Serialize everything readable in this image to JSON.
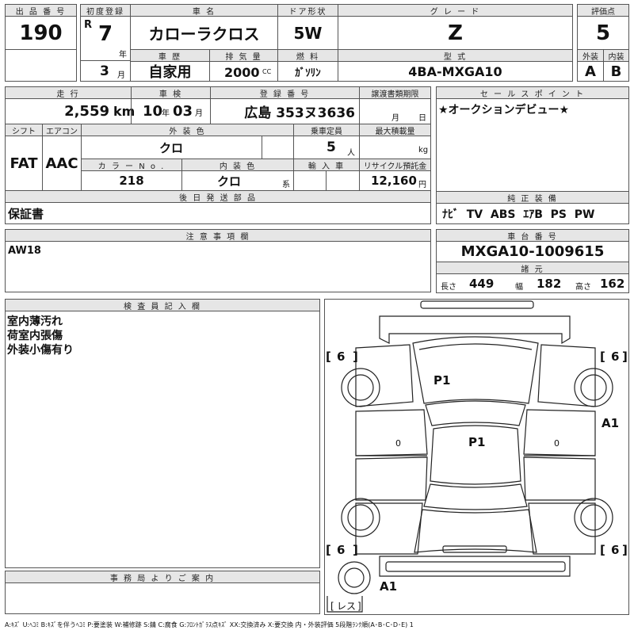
{
  "header": {
    "lot_no_label": "出 品 番 号",
    "lot_no": "190",
    "first_reg_label": "初度登録",
    "era": "R",
    "reg_year": "7",
    "year_unit": "年",
    "reg_month": "3",
    "month_unit": "月",
    "car_name_label": "車 名",
    "car_name": "カローラクロス",
    "history_label": "車 歴",
    "history": "自家用",
    "displacement_label": "排 気 量",
    "displacement": "2000",
    "displacement_unit": "CC",
    "door_label": "ドア形状",
    "door": "5W",
    "fuel_label": "燃 料",
    "fuel": "ｶﾞｿﾘﾝ",
    "grade_label": "グ レ ー ド",
    "grade": "Z",
    "model_label": "型 式",
    "model": "4BA-MXGA10",
    "score_label": "評価点",
    "score": "5",
    "ext_label": "外装",
    "ext": "A",
    "int_label": "内装",
    "int": "B"
  },
  "row2": {
    "mileage_label": "走 行",
    "mileage": "2,559",
    "mileage_unit": "km",
    "inspection_label": "車 検",
    "insp_year": "10",
    "insp_year_unit": "年",
    "insp_month": "03",
    "insp_month_unit": "月",
    "plate_label": "登 録 番 号",
    "plate": "広島 353ヌ3636",
    "deadline_label": "譲渡書類期限",
    "deadline_month_unit": "月",
    "deadline_day_unit": "日",
    "shift_label": "シフト",
    "shift": "FAT",
    "ac_label": "エアコン",
    "ac": "AAC",
    "ext_color_label": "外 装 色",
    "ext_color": "クロ",
    "capacity_label": "乗車定員",
    "capacity": "5",
    "capacity_unit": "人",
    "load_label": "最大積載量",
    "load_unit": "kg",
    "color_no_label": "カ ラ ー N o .",
    "color_no": "218",
    "int_color_label": "内 装 色",
    "int_color": "クロ",
    "int_color_unit": "系",
    "import_label": "輸 入 車",
    "recycle_label": "リサイクル預託金",
    "recycle": "12,160",
    "recycle_unit": "円",
    "later_parts_label": "後 日 発 送 部 品",
    "later_parts": "保証書"
  },
  "sales_point": {
    "label": "セ ー ル ス ポ イ ン ト",
    "text": "★オークションデビュー★"
  },
  "equipment": {
    "label": "純 正 装 備",
    "text": "ﾅﾋﾞ  TV  ABS  ｴｱB  PS  PW"
  },
  "notes": {
    "label": "注 意 事 項 欄",
    "text": "AW18"
  },
  "chassis": {
    "label": "車 台 番 号",
    "number": "MXGA10-1009615",
    "dims_label": "諸 元",
    "length_label": "長さ",
    "length": "449",
    "width_label": "幅",
    "width": "182",
    "height_label": "高さ",
    "height": "162"
  },
  "inspector": {
    "label": "検 査 員 記 入 欄",
    "lines": [
      "室内薄汚れ",
      "荷室内張傷",
      "外装小傷有り"
    ]
  },
  "office": {
    "label": "事 務 局 よ り ご 案 内"
  },
  "diagram": {
    "tire_fl": "6",
    "tire_fr": "6",
    "tire_rl": "6",
    "tire_rr": "6",
    "mark_windshield": "P1",
    "mark_roof": "P1",
    "mark_right": "A1",
    "mark_rear": "A1",
    "door_mark_left": "0",
    "door_mark_right": "0",
    "spare_label": "レス"
  },
  "legend": "A:ｷｽﾞ U:ﾍｺﾐ B:ｷｽﾞを伴うﾍｺﾐ P:要塗装 W:補修跡 S:錆 C:腐食 G:ﾌﾛﾝﾄｶﾞﾗｽ点ｷｽﾞ XX:交換済み X:要交換  内・外装評価  5段階ﾗﾝｸ順(A･B･C･D･E) 1"
}
